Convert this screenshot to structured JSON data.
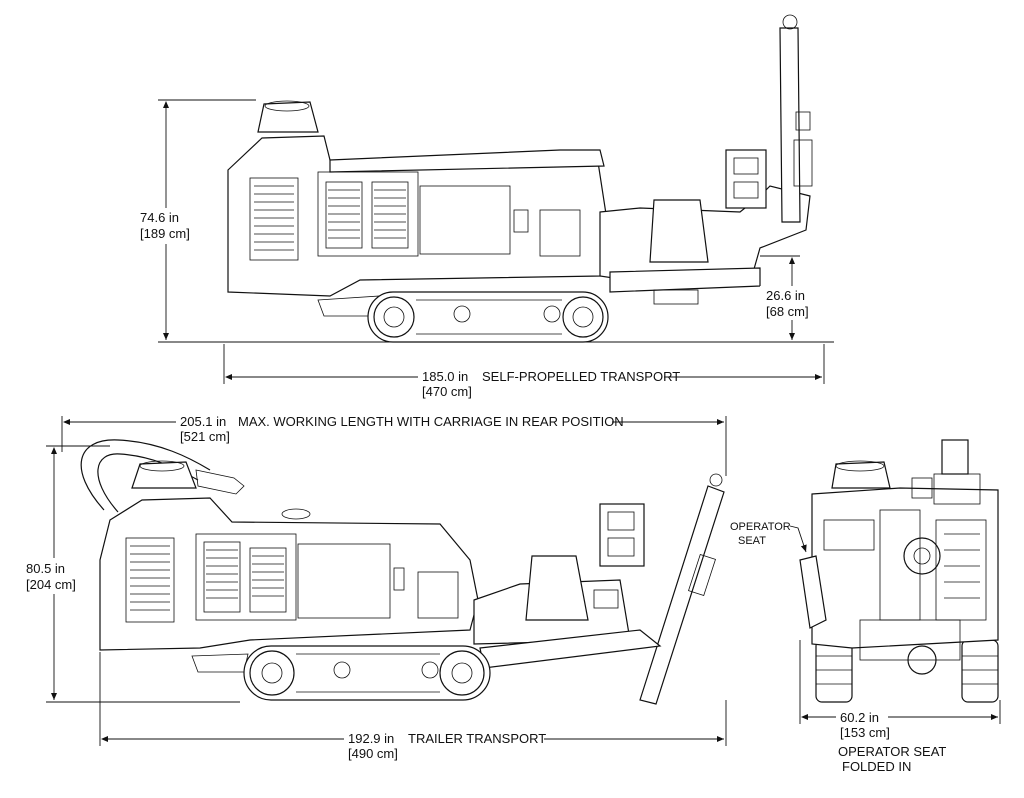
{
  "views": {
    "side_self_propelled": {
      "height_primary": "74.6 in",
      "height_secondary": "[189 cm]",
      "clearance_primary": "26.6 in",
      "clearance_secondary": "[68 cm]",
      "length_primary": "185.0 in",
      "length_caption": "SELF-PROPELLED TRANSPORT",
      "length_secondary": "[470 cm]"
    },
    "side_trailer": {
      "max_length_primary": "205.1 in",
      "max_length_caption": "MAX. WORKING LENGTH WITH CARRIAGE IN REAR POSITION",
      "max_length_secondary": "[521 cm]",
      "height_primary": "80.5 in",
      "height_secondary": "[204 cm]",
      "length_primary": "192.9 in",
      "length_caption": "TRAILER TRANSPORT",
      "length_secondary": "[490 cm]"
    },
    "front": {
      "operator_seat_line1": "OPERATOR",
      "operator_seat_line2": "SEAT",
      "width_primary": "60.2 in",
      "width_secondary": "[153 cm]",
      "folded_line1": "OPERATOR SEAT",
      "folded_line2": "FOLDED IN"
    }
  }
}
